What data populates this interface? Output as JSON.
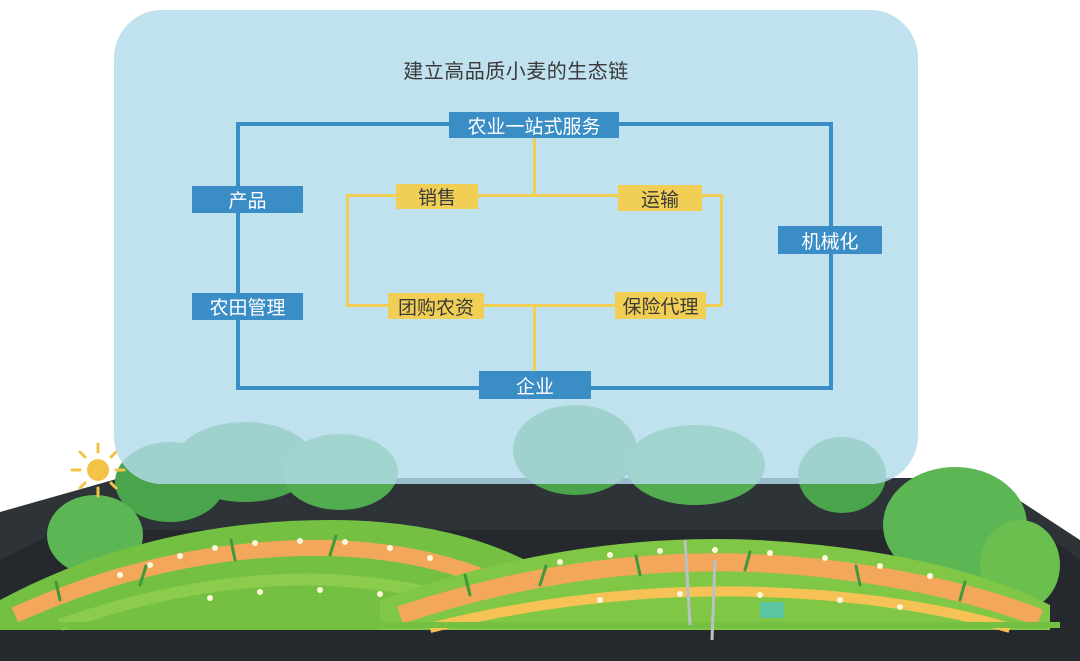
{
  "title": "建立高品质小麦的生态链",
  "outer_nodes": {
    "top": "农业一站式服务",
    "bottom": "企业",
    "left_upper": "产品",
    "left_lower": "农田管理",
    "right": "机械化"
  },
  "inner_nodes": {
    "top_left": "销售",
    "top_right": "运输",
    "bottom_left": "团购农资",
    "bottom_right": "保险代理"
  },
  "colors": {
    "outer_frame": "#3b8dc6",
    "inner_frame": "#f1cf55",
    "panel": "#b2dcec",
    "grass": "#74c043",
    "soil_stripe": "#f2a75a",
    "base": "#2e3338"
  }
}
